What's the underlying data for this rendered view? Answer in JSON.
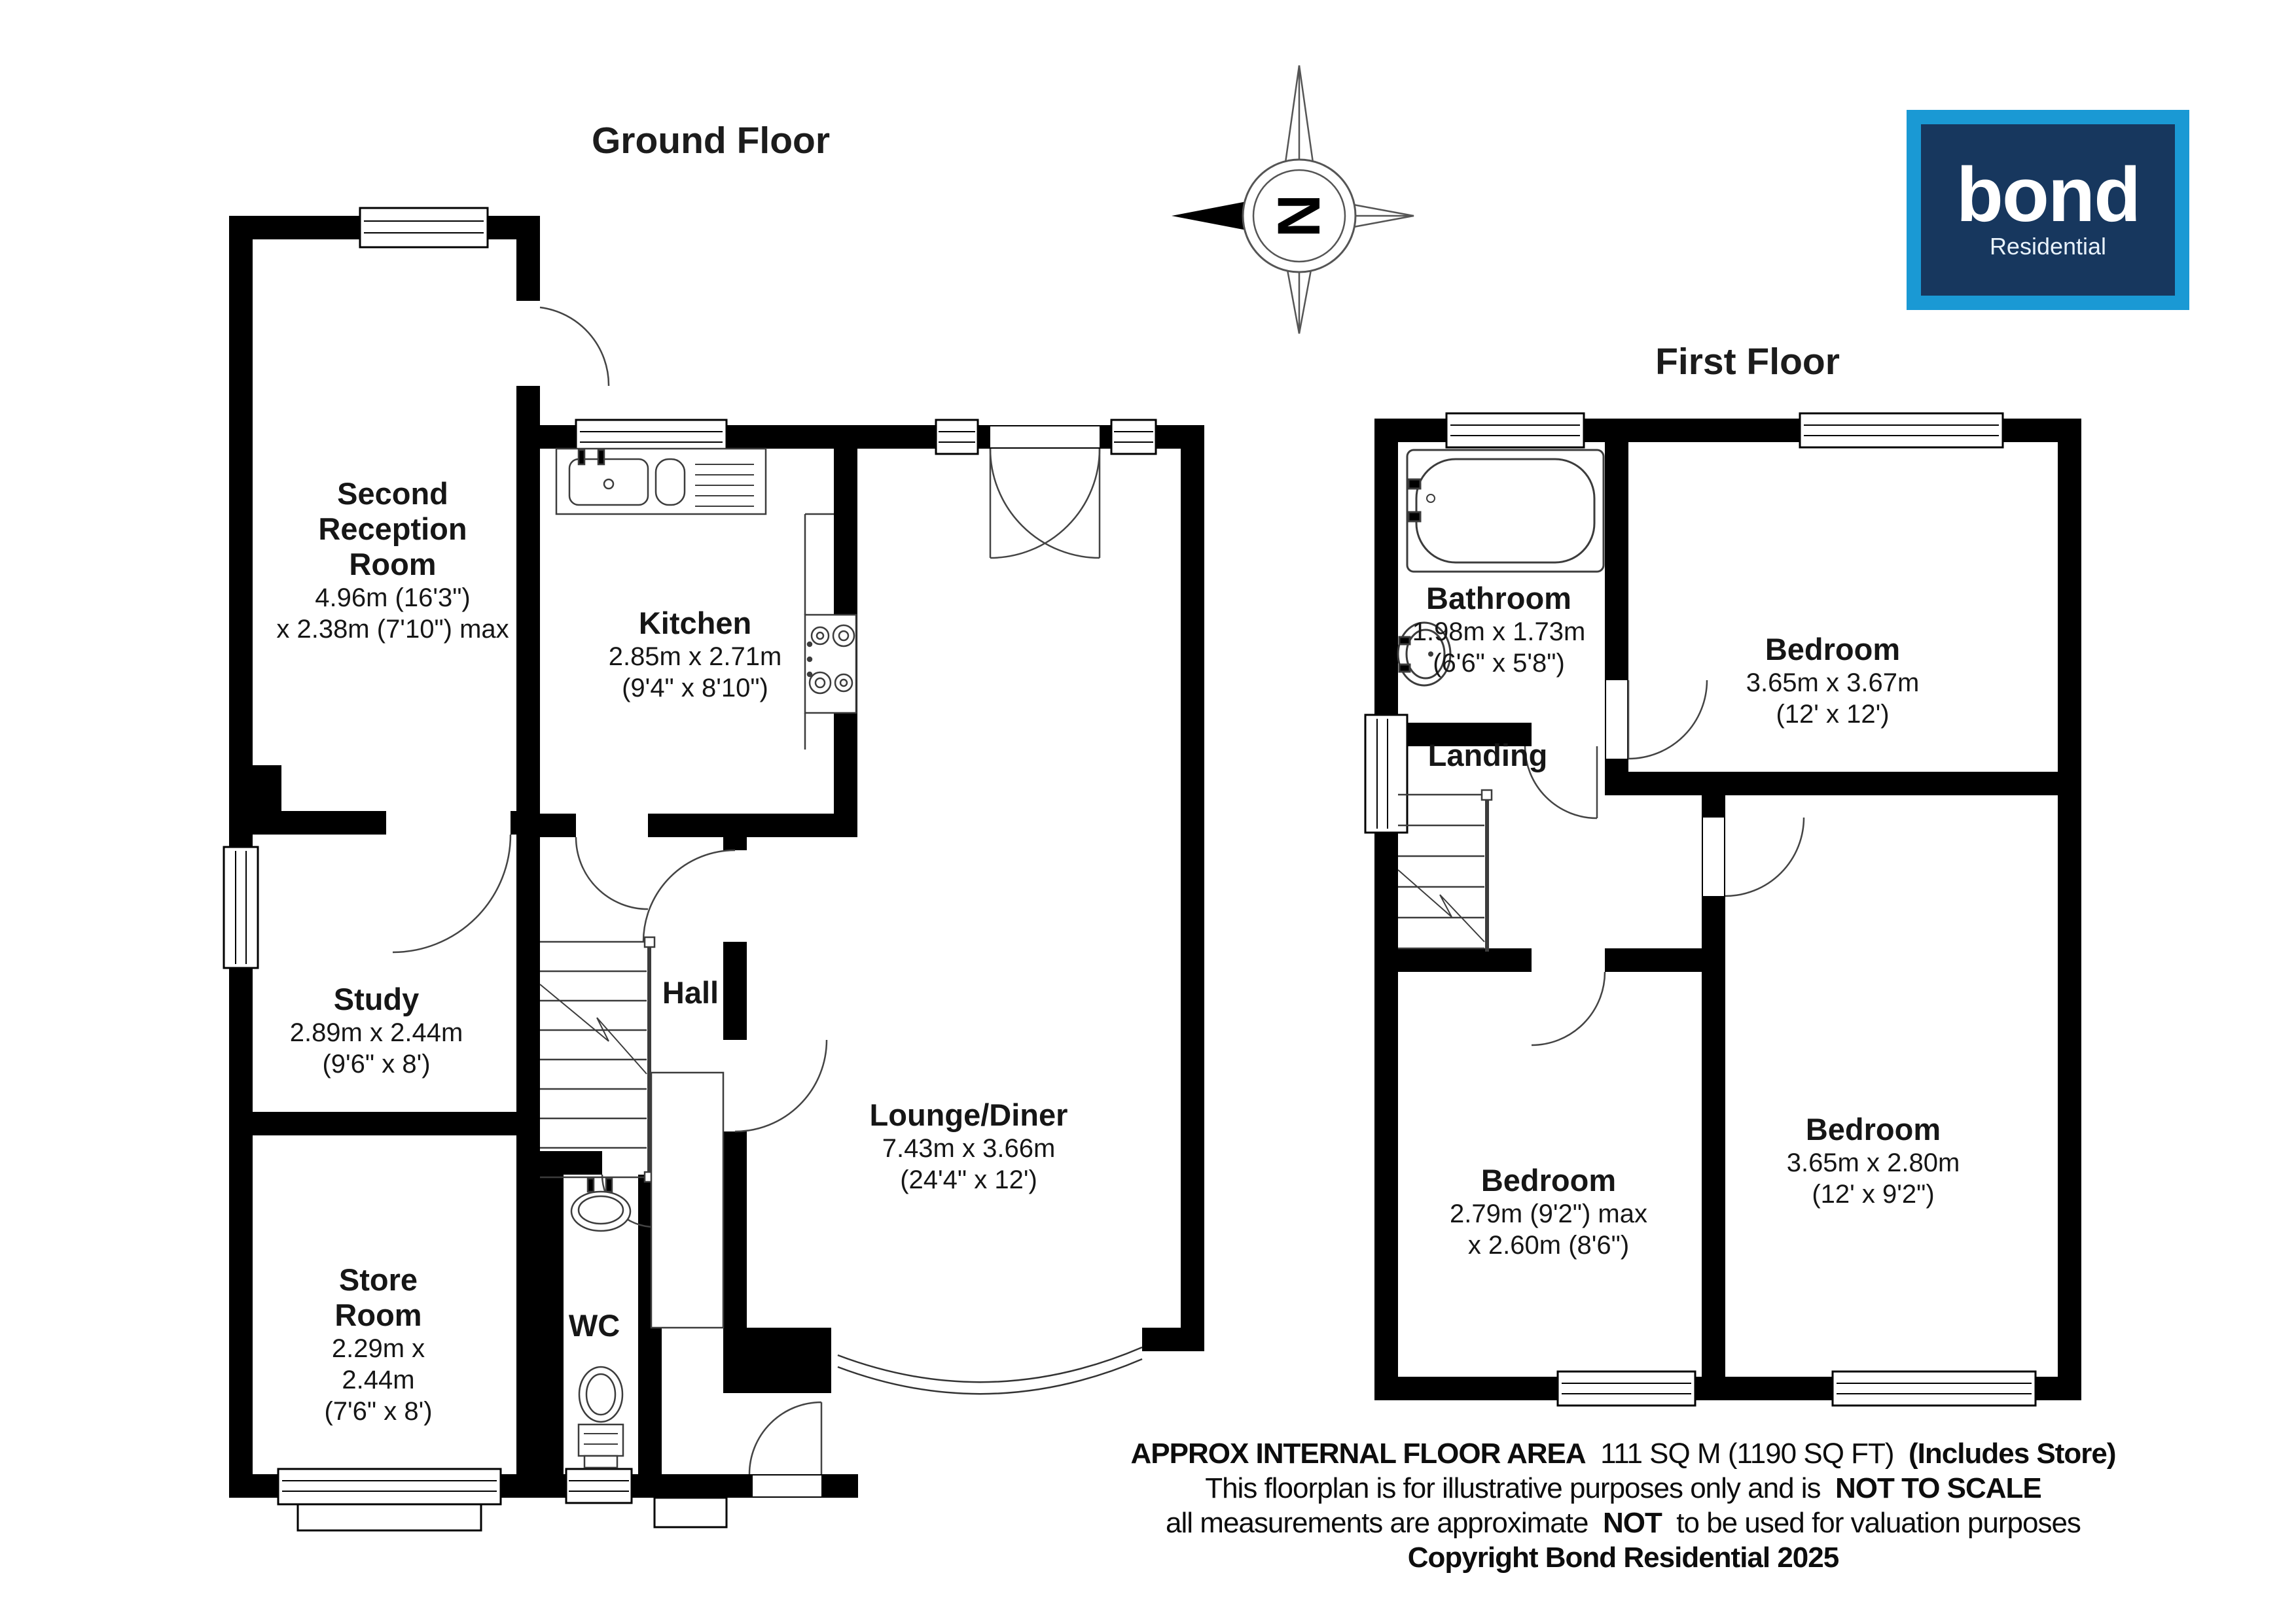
{
  "titles": {
    "ground": "Ground Floor",
    "first": "First Floor"
  },
  "compass": {
    "letter": "N"
  },
  "logo": {
    "name": "bond",
    "tagline": "Residential",
    "border_color": "#1a99d4",
    "panel_color": "#17375e"
  },
  "plan": {
    "wall_color": "#000000",
    "fixture_line_color": "#3c3c3c"
  },
  "rooms": {
    "reception": {
      "name": "Second Reception Room",
      "dim1": "4.96m (16'3\")",
      "dim2": "x 2.38m (7'10\") max"
    },
    "kitchen": {
      "name": "Kitchen",
      "dim1": "2.85m x 2.71m",
      "dim2": "(9'4\" x 8'10\")"
    },
    "study": {
      "name": "Study",
      "dim1": "2.89m x 2.44m",
      "dim2": "(9'6\" x 8')"
    },
    "hall": {
      "name": "Hall"
    },
    "store": {
      "name": "Store Room",
      "dim1": "2.29m x 2.44m",
      "dim2": "(7'6\" x 8')"
    },
    "wc": {
      "name": "WC"
    },
    "lounge": {
      "name": "Lounge/Diner",
      "dim1": "7.43m x 3.66m",
      "dim2": "(24'4\" x 12')"
    },
    "bathroom": {
      "name": "Bathroom",
      "dim1": "1.98m x 1.73m",
      "dim2": "(6'6\" x 5'8\")"
    },
    "landing": {
      "name": "Landing"
    },
    "bedroom_top": {
      "name": "Bedroom",
      "dim1": "3.65m x 3.67m",
      "dim2": "(12' x 12')"
    },
    "bedroom_bottom_left": {
      "name": "Bedroom",
      "dim1": "2.79m (9'2\") max",
      "dim2": "x 2.60m (8'6\")"
    },
    "bedroom_bottom_right": {
      "name": "Bedroom",
      "dim1": "3.65m x 2.80m",
      "dim2": "(12' x 9'2\")"
    }
  },
  "footer": {
    "line1_bold1": "APPROX INTERNAL FLOOR AREA",
    "line1_regular": "111 SQ M (1190 SQ FT)",
    "line1_bold2": "(Includes Store)",
    "line2_regular": "This floorplan is for illustrative purposes only and is",
    "line2_bold": "NOT TO SCALE",
    "line3_regular1": "all measurements are approximate",
    "line3_bold": "NOT",
    "line3_regular2": "to be used for valuation purposes",
    "line4_bold": "Copyright Bond Residential 2025"
  }
}
